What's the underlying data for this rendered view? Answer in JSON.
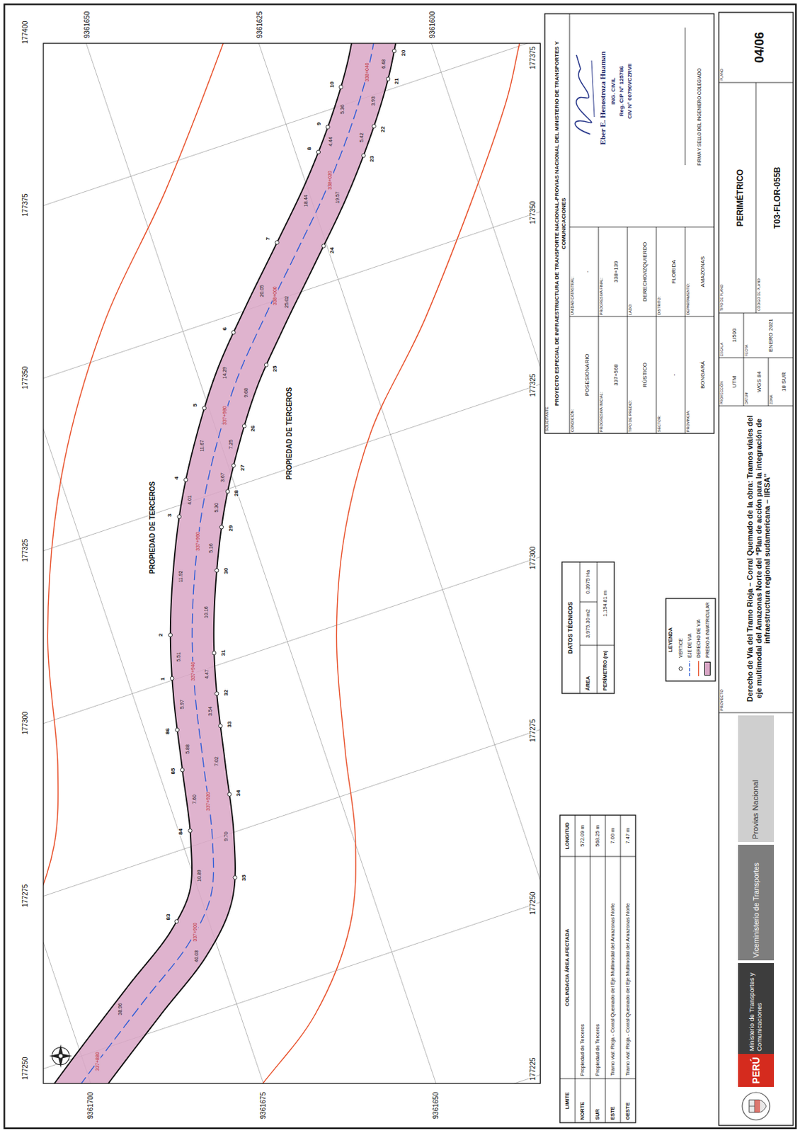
{
  "diagram": {
    "title": "Derecho de Vía del Tramo Rioja – Corral Quemado de la obra: Tramos viales del eje multimodal del Amazonas Norte del “Plan de acción para la integración de infraestructura regional sudamericana – IIRSA”",
    "labels": [
      "177400",
      "177375",
      "177350",
      "177325",
      "177300",
      "177275",
      "177250",
      "177375",
      "177350",
      "177325",
      "177300",
      "177275",
      "177250",
      "177225",
      "9361650",
      "9361625",
      "9361600",
      "9361700",
      "9361675",
      "9361650",
      "PROPIEDAD DE TERCEROS",
      "PROPIEDAD DE TERCEROS",
      "83",
      "84",
      "85",
      "86",
      "1",
      "2",
      "3",
      "4",
      "5",
      "6",
      "7",
      "8",
      "9",
      "10",
      "38.96",
      "10.89",
      "7.60",
      "5.88",
      "5.97",
      "5.51",
      "11.92",
      "4.01",
      "11.67",
      "14.29",
      "20.05",
      "18.44",
      "4.44",
      "5.36",
      "35",
      "34",
      "33",
      "32",
      "31",
      "30",
      "29",
      "28",
      "27",
      "26",
      "25",
      "24",
      "23",
      "22",
      "21",
      "20",
      "40.03",
      "9.70",
      "7.02",
      "3.54",
      "4.47",
      "10.16",
      "5.16",
      "5.30",
      "3.67",
      "7.25",
      "9.68",
      "25.02",
      "19.57",
      "5.42",
      "3.93",
      "6.48",
      "337+880",
      "337+900",
      "337+920",
      "337+940",
      "337+960",
      "337+980",
      "338+000",
      "338+020",
      "338+040",
      "LIMITE",
      "COLINDACIA ÁREA AFECTADA",
      "LONGITUD",
      "NORTE",
      "Propiedad de Terceros",
      "572.09 m",
      "SUR",
      "Propiedad de Terceros",
      "568.25 m",
      "ESTE",
      "Tramo vial: Rioja - Corral Quemado del Eje Multimodal del Amazonas Norte",
      "7.00 m",
      "OESTE",
      "Tramo vial: Rioja - Corral Quemado del Eje Multimodal del Amazonas Norte",
      "7.47 m",
      "DATOS TÉCNICOS",
      "ÁREA",
      "3,975.30 m2",
      "0.3975 Ha",
      "PERÍMETRO (m)",
      "1,154.81 m",
      "LEYENDA",
      "SOLICITANTE",
      "PROYECTO ESPECIAL DE INFRAESTRUCTURA DE TRANSPORTE NACIONAL-PROVIAS NACIONAL DEL MINISTERIO DE TRANSPORTES Y COMUNICACIONES",
      "CONDICIÓN:",
      "POSESIONARIO",
      "UNIDAD CATASTRAL:",
      "-",
      "PROGRESIVA INICIAL:",
      "337+568",
      "PROGRESIVA FINAL:",
      "338+139",
      "TIPO DE PREDIO:",
      "RÚSTICO",
      "LADO:",
      "DERECHO/IZQUIERDO",
      "SECTOR:",
      "-",
      "DISTRITO:",
      "FLORIDA",
      "PROVINCIA:",
      "BONGARÁ",
      "DEPARTAMENTO:",
      "AMAZONAS",
      "Eber E. Henostroza Huaman",
      "ING. CIVIL",
      "Reg. CIP N° 125786",
      "CIV N° 00790VCZRVII",
      "FIRMA Y SELLO DEL INGENIERO COLEGIADO",
      "PERÚ",
      "Ministerio de Transportes y Comunicaciones",
      "Viceministerio de Transportes",
      "Provias Nacional",
      "PROYECTO",
      "PROYECCIÓN",
      "UTM",
      "DATUM",
      "WGS 84",
      "ZONA",
      "18 SUR",
      "ESCALA",
      "1/500",
      "FECHA",
      "ENERO 2021",
      "TIPO DE PLANO",
      "PERIMÉTRICO",
      "CÓDIGO DE PLANO",
      "T03-FLOR-055B",
      "PLANO",
      "04/06"
    ],
    "legend": [
      {
        "text": "VERTICE"
      },
      {
        "text": "EJE DE VIA"
      },
      {
        "text": "DERECHO DE VIA"
      },
      {
        "text": "PREDIO A INMATRICULAR",
        "color": "#d9a6c6"
      }
    ]
  }
}
